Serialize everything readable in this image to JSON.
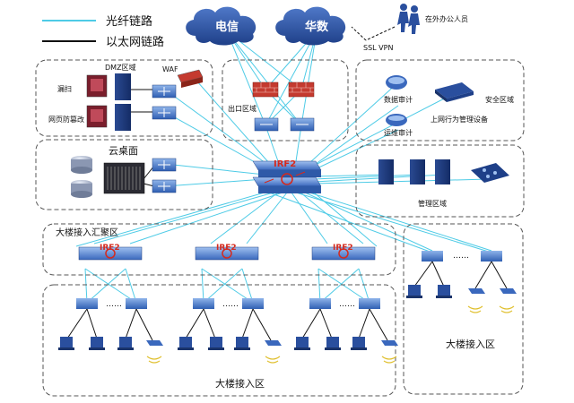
{
  "legend": {
    "fiber_label": "光纤链路",
    "ethernet_label": "以太网链路"
  },
  "clouds": {
    "telecom": "电信",
    "huashu": "华数"
  },
  "remote": {
    "label": "在外办公人员",
    "vpn": "SSL VPN"
  },
  "dmz": {
    "title": "DMZ区域",
    "waf": "WAF",
    "scan": "漏扫",
    "tamper": "网页防篡改"
  },
  "exit": {
    "label": "出口区域"
  },
  "security": {
    "title": "安全区域",
    "data_audit": "数据审计",
    "ops_audit": "运维审计",
    "behavior": "上网行为管理设备"
  },
  "desktop": {
    "label": "云桌面"
  },
  "core": {
    "irf": "IRF2"
  },
  "mgmt": {
    "label": "管理区域"
  },
  "aggregation": {
    "label": "大楼接入汇聚区",
    "irf1": "IRF2",
    "irf2": "IRF2",
    "irf3": "IRF2"
  },
  "access": {
    "label_main": "大楼接入区",
    "label_right": "大楼接入区",
    "dots": "……"
  },
  "colors": {
    "fiber": "#4ecbe6",
    "ethernet": "#111111",
    "switch_blue": "#2e5aa8",
    "firewall_red": "#c43a2f",
    "cloud_blue": "#2a4f9e",
    "irf_red": "#d42a1e"
  }
}
